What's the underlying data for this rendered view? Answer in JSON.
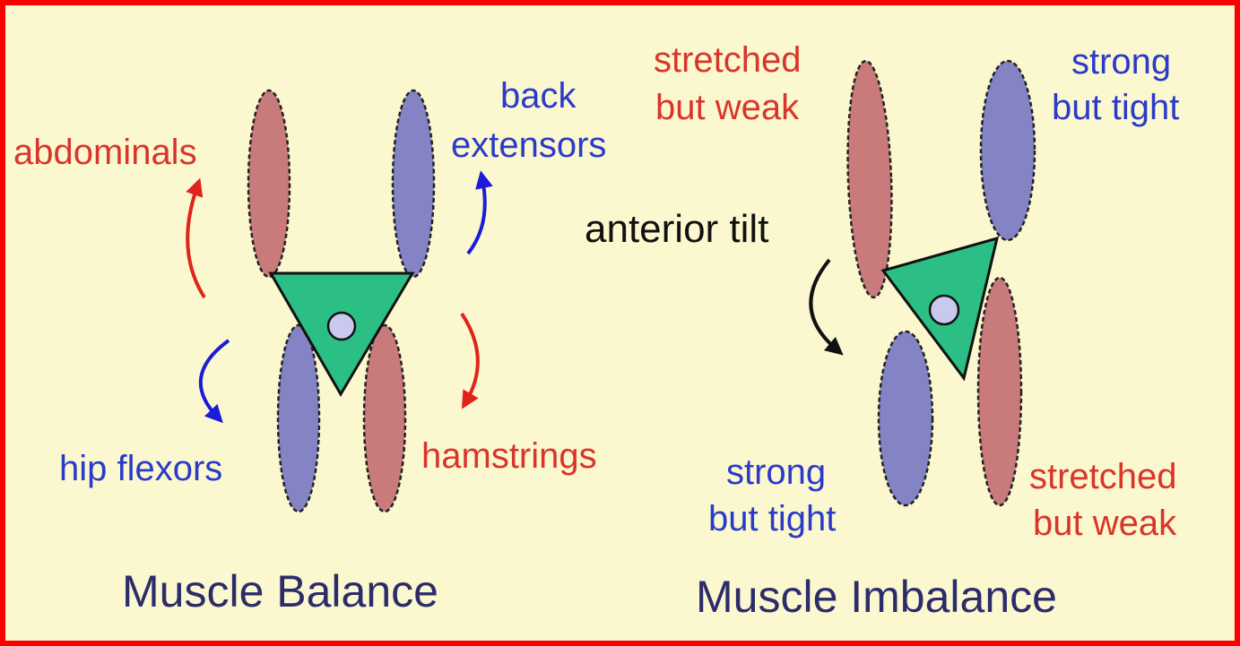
{
  "colors": {
    "background": "#fbf8cf",
    "border": "#ff0000",
    "red_muscle": "#c97a7a",
    "blue_muscle": "#8484c4",
    "pelvis": "#2bbf85",
    "joint": "#c9c9f0",
    "red_text": "#d9352b",
    "blue_text": "#2b3bc9",
    "title_text": "#2c2c6b",
    "black_text": "#111111"
  },
  "balance": {
    "title": "Muscle Balance",
    "abdominals": "abdominals",
    "back_extensors_line1": "back",
    "back_extensors_line2": "extensors",
    "hip_flexors": "hip flexors",
    "hamstrings": "hamstrings"
  },
  "imbalance": {
    "title": "Muscle Imbalance",
    "anterior_tilt": "anterior tilt",
    "top_left_line1": "stretched",
    "top_left_line2": "but weak",
    "top_right_line1": "strong",
    "top_right_line2": "but tight",
    "bottom_left_line1": "strong",
    "bottom_left_line2": "but tight",
    "bottom_right_line1": "stretched",
    "bottom_right_line2": "but weak"
  }
}
